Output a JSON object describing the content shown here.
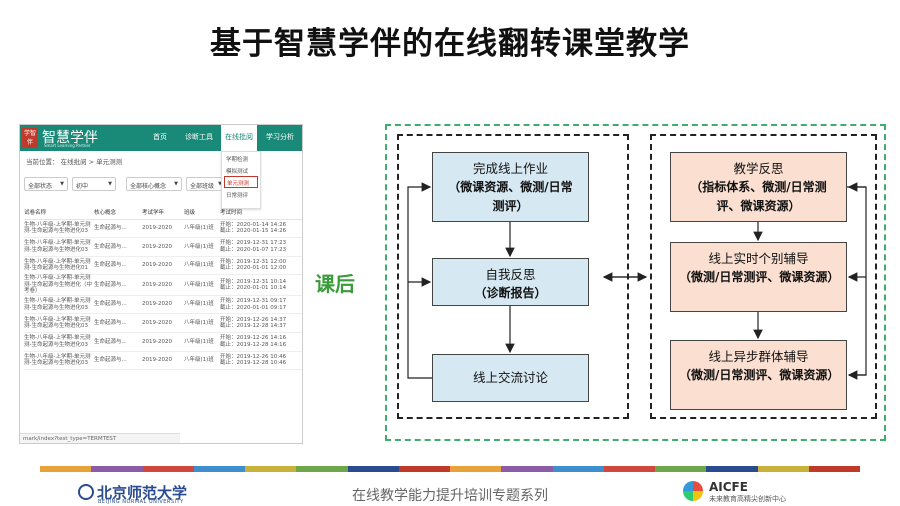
{
  "title": "基于智慧学伴的在线翻转课堂教学",
  "screenshot": {
    "brand": "智慧学伴",
    "brand_sub": "Smart Learning Partner",
    "logo_text": "学智伴",
    "nav": [
      "首页",
      "诊断工具",
      "在线批阅",
      "学习分析"
    ],
    "dropdown": [
      "学期检测",
      "模拟测试",
      "单元测测",
      "日常测评"
    ],
    "breadcrumb": "当前位置： 在线批阅 > 单元测测",
    "filters": [
      "全部状态",
      "初中",
      "全部核心概念",
      "全部班级"
    ],
    "columns": [
      "试卷名称",
      "核心概念",
      "考试学年",
      "班级",
      "考试时间"
    ],
    "rows": [
      {
        "name": "生物-八年级-上学期-单元测测-生命起源与生物进化03",
        "concept": "生命起源与...",
        "year": "2019-2020",
        "cls": "八年级(1)班",
        "start": "开始：2020-01-14 14:26",
        "end": "截止：2020-01-15 14:26"
      },
      {
        "name": "生物-八年级-上学期-单元测测-生命起源与生物进化03",
        "concept": "生命起源与...",
        "year": "2019-2020",
        "cls": "八年级(1)班",
        "start": "开始：2019-12-31 17:23",
        "end": "截止：2020-01-07 17:23"
      },
      {
        "name": "生物-八年级-上学期-单元测测-生命起源与生物进化01",
        "concept": "生命起源与...",
        "year": "2019-2020",
        "cls": "八年级(1)班",
        "start": "开始：2019-12-31 12:00",
        "end": "截止：2020-01-01 12:00"
      },
      {
        "name": "生物-八年级-上学期-单元测测-生命起源与生物进化（中考卷）",
        "concept": "生命起源与...",
        "year": "2019-2020",
        "cls": "八年级(1)班",
        "start": "开始：2019-12-31 10:14",
        "end": "截止：2020-01-01 10:14"
      },
      {
        "name": "生物-八年级-上学期-单元测测-生命起源与生物进化03",
        "concept": "生命起源与...",
        "year": "2019-2020",
        "cls": "八年级(1)班",
        "start": "开始：2019-12-31 09:17",
        "end": "截止：2020-01-01 09:17"
      },
      {
        "name": "生物-八年级-上学期-单元测测-生命起源与生物进化03",
        "concept": "生命起源与...",
        "year": "2019-2020",
        "cls": "八年级(1)班",
        "start": "开始：2019-12-26 14:37",
        "end": "截止：2019-12-28 14:37"
      },
      {
        "name": "生物-八年级-上学期-单元测测-生命起源与生物进化03",
        "concept": "生命起源与...",
        "year": "2019-2020",
        "cls": "八年级(1)班",
        "start": "开始：2019-12-26 14:16",
        "end": "截止：2019-12-28 14:16"
      },
      {
        "name": "生物-八年级-上学期-单元测测-生命起源与生物进化03",
        "concept": "生命起源与...",
        "year": "2019-2020",
        "cls": "八年级(1)班",
        "start": "开始：2019-12-26 10:46",
        "end": "截止：2019-12-28 10:46"
      }
    ],
    "url": "mark/index?test_type=TERMTEST"
  },
  "diagram": {
    "label": "课后",
    "left": [
      {
        "main": "完成线上作业",
        "sub": "（微课资源、微测/日常测评）"
      },
      {
        "main": "自我反思",
        "sub": "（诊断报告）"
      },
      {
        "main": "线上交流讨论",
        "sub": ""
      }
    ],
    "right": [
      {
        "main": "教学反思",
        "sub": "（指标体系、微测/日常测评、微课资源）"
      },
      {
        "main": "线上实时个别辅导",
        "sub": "（微测/日常测评、微课资源）"
      },
      {
        "main": "线上异步群体辅导",
        "sub": "（微测/日常测评、微课资源）"
      }
    ]
  },
  "footer": {
    "university": "北京师范大学",
    "university_en": "BEIJING NORMAL UNIVERSITY",
    "series": "在线教学能力提升培训专题系列",
    "org": "AICFE",
    "org_sub": "未来教育高精尖创新中心",
    "stripe_colors": [
      "#e8a23a",
      "#8a5ca8",
      "#d1463d",
      "#3f8fcf",
      "#c9b23a",
      "#6fa64a",
      "#2a4b8f",
      "#c0392b",
      "#e8a23a",
      "#8a5ca8",
      "#3f8fcf",
      "#d1463d",
      "#6fa64a",
      "#2a4b8f",
      "#c9b23a",
      "#c0392b"
    ]
  }
}
